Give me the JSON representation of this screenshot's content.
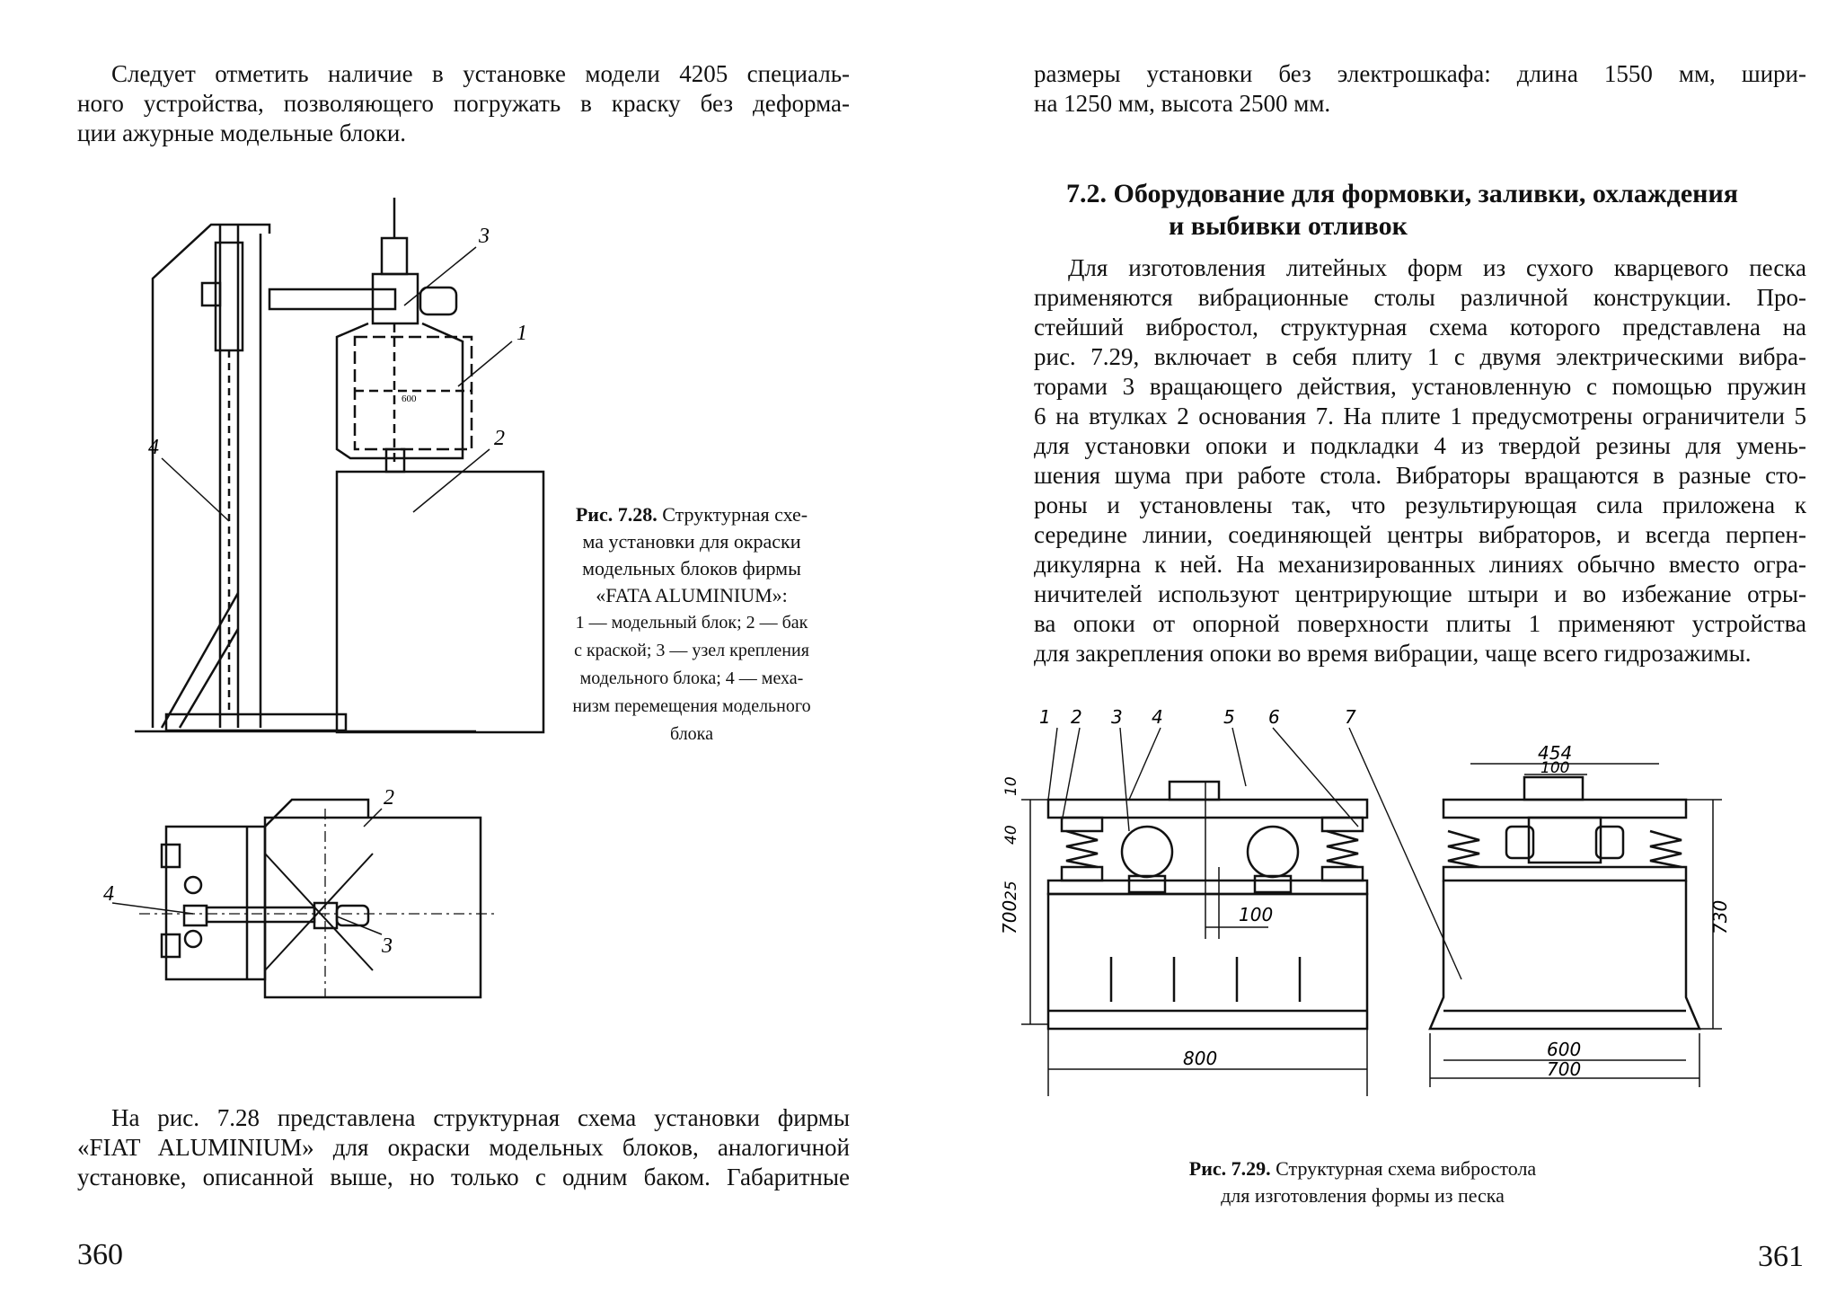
{
  "left_page": {
    "intro_lines": [
      "Следует отметить наличие в установке модели 4205 специаль-",
      "ного устройства, позволяющего погружать в краску без деформа-",
      "ции ажурные модельные блоки."
    ],
    "figure_728": {
      "labels": {
        "n1": "1",
        "n2": "2",
        "n3": "3",
        "n4": "4",
        "block_mark": "600"
      },
      "plan_labels": {
        "n2": "2",
        "n3": "3",
        "n4": "4"
      },
      "caption_title": "Рис. 7.28.",
      "caption_lines": [
        "Структурная схе-",
        "ма установки для окраски",
        "модельных блоков фирмы",
        "«FATA ALUMINIUM»:"
      ],
      "legend_lines": [
        "1 — модельный блок; 2 — бак",
        "с краской; 3 — узел крепления",
        "модельного блока; 4 — меха-",
        "низм перемещения модельного",
        "блока"
      ]
    },
    "outro_lines": [
      "На рис. 7.28 представлена структурная схема установки фирмы",
      "«FIAT ALUMINIUM» для окраски модельных блоков, аналогичной",
      "установке, описанной выше, но только с одним баком. Габаритные"
    ],
    "page_number": "360"
  },
  "right_page": {
    "continuation_lines": [
      "размеры установки без электрошкафа: длина 1550 мм, шири-",
      "на 1250 мм, высота 2500 мм."
    ],
    "section_heading_line1": "7.2. Оборудование для формовки, заливки, охлаждения",
    "section_heading_line2": "и выбивки отливок",
    "body_lines": [
      "Для изготовления литейных форм из сухого кварцевого песка",
      "применяются вибрационные столы различной конструкции. Про-",
      "стейший вибростол, структурная схема которого представлена на",
      "рис. 7.29, включает в себя плиту 1 с двумя электрическими вибра-",
      "торами 3 вращающего действия, установленную с помощью пружин",
      "6 на втулках 2 основания 7. На плите 1 предусмотрены ограничители 5",
      "для установки опоки и подкладки 4 из твердой резины для умень-",
      "шения шума при работе стола. Вибраторы вращаются в разные сто-",
      "роны и установлены так, что результирующая сила приложена к",
      "середине линии, соединяющей центры вибраторов, и всегда перпен-",
      "дикулярна к ней. На механизированных линиях обычно вместо огра-",
      "ничителей используют центрирующие штыри и во избежание отры-",
      "ва опоки от опорной поверхности плиты 1 применяют устройства",
      "для закрепления опоки во время вибрации, чаще всего гидрозажимы."
    ],
    "figure_729": {
      "callouts": [
        "1",
        "2",
        "3",
        "4",
        "5",
        "6",
        "7"
      ],
      "dims": {
        "d454": "454",
        "d100top": "100",
        "d10": "10",
        "d40": "40",
        "d700": "700",
        "d25": "25",
        "d100mid": "100",
        "d730": "730",
        "d800": "800",
        "d600": "600",
        "d700bottom": "700"
      },
      "caption_title": "Рис. 7.29.",
      "caption_line1_rest": "Структурная схема вибростола",
      "caption_line2": "для изготовления формы из песка"
    },
    "page_number": "361"
  }
}
